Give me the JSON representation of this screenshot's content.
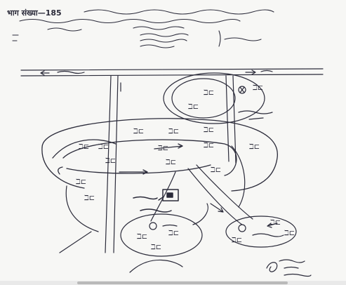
{
  "header": {
    "line1_prefix": "भाग संख्या—",
    "line1_number": "185"
  },
  "scrollbar": {
    "label": "horizontal-scrollbar"
  },
  "colors": {
    "ink": "#2b2b3a",
    "paper": "#f7f7f5",
    "road_fill": "#eeeeee"
  },
  "icons": {
    "house_mark": "house-icon",
    "arrow_mark": "arrow-icon"
  }
}
